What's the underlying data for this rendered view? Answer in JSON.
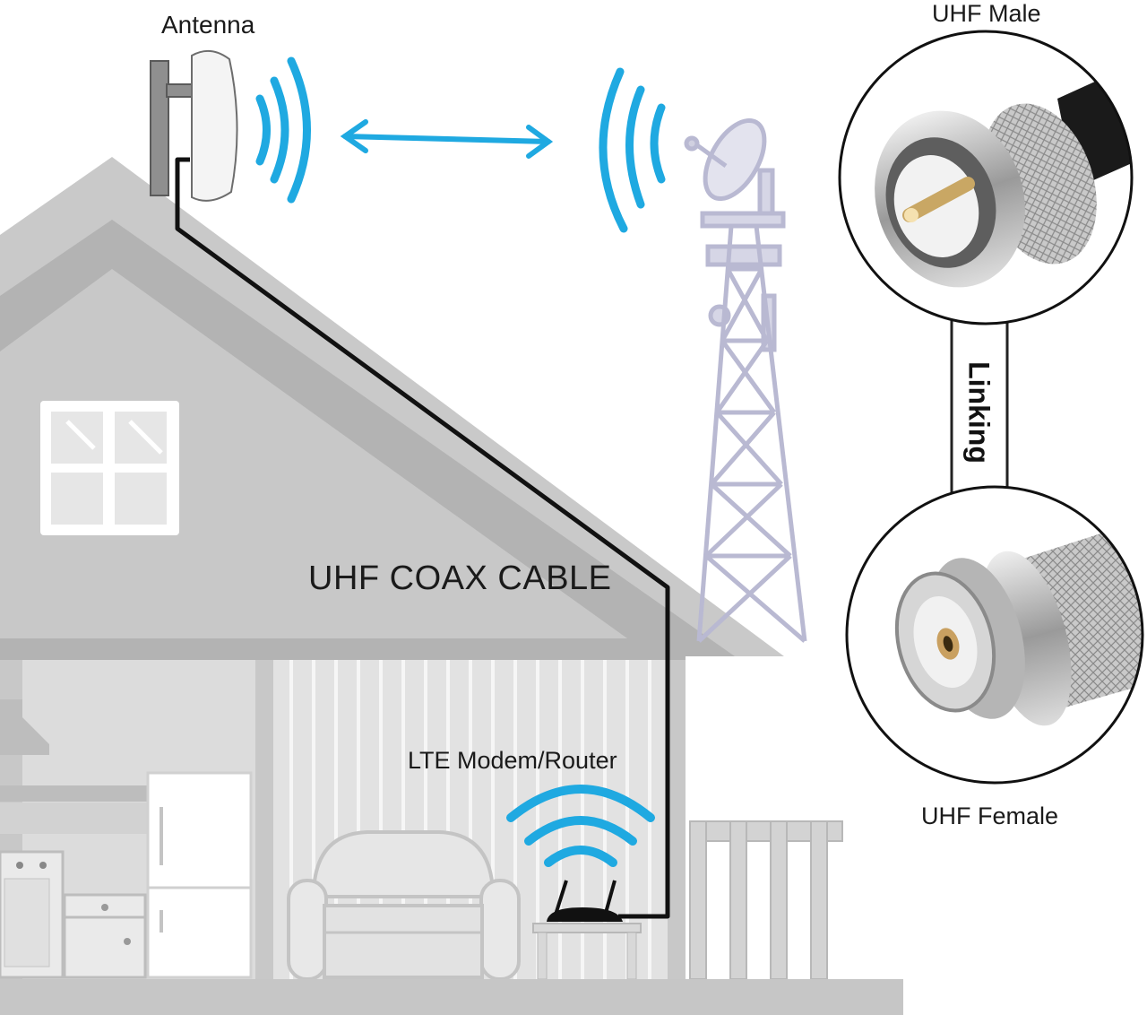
{
  "labels": {
    "antenna": "Antenna",
    "uhf_male": "UHF Male",
    "uhf_female": "UHF Female",
    "linking": "Linking",
    "cable": "UHF COAX CABLE",
    "router": "LTE Modem/Router"
  },
  "colors": {
    "signal": "#1fa9e1",
    "house": "#c9c9c9",
    "house_dark": "#b4b4b4",
    "tower": "#b9b9d2",
    "cable": "#111111",
    "metal": "#b8b8b8"
  },
  "icons": [
    "antenna-icon",
    "signal-waves-icon",
    "cell-tower-icon",
    "router-icon",
    "uhf-male-connector-icon",
    "uhf-female-connector-icon"
  ]
}
